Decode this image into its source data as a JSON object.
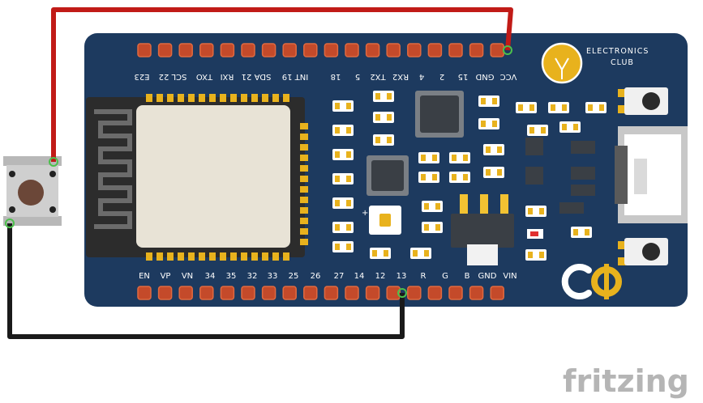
{
  "board": {
    "top_pins": [
      "E23",
      "SCL 22",
      "TXO",
      "RXI",
      "SDA 21",
      "INT 19",
      "18",
      "5",
      "TX2",
      "RX2",
      "4",
      "2",
      "15",
      "GND",
      "VCC"
    ],
    "bottom_pins": [
      "EN",
      "VP",
      "VN",
      "34",
      "35",
      "32",
      "33",
      "25",
      "26",
      "27",
      "14",
      "12",
      "13",
      "R",
      "G",
      "B",
      "GND",
      "VIN"
    ],
    "logo": {
      "line1": "ELECTRONICS",
      "line2": "CLUB"
    }
  },
  "brand": "fritzing",
  "colors": {
    "board": "#1d3a5f",
    "pad": "#c44a2a",
    "pad_ring": "#e06a40",
    "red_wire": "#c11b17",
    "black_wire": "#1a1a1a",
    "gold": "#e8b21d"
  }
}
